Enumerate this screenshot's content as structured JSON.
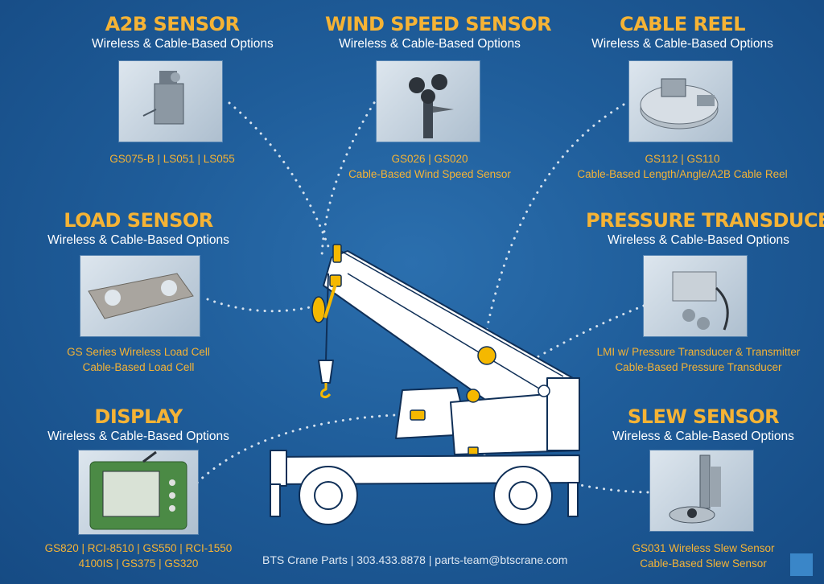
{
  "sensors": {
    "a2b": {
      "title": "A2B SENSOR",
      "subtitle": "Wireless & Cable-Based Options",
      "models": [
        "GS075-B | LS051 | LS055"
      ]
    },
    "wind": {
      "title": "WIND SPEED SENSOR",
      "subtitle": "Wireless & Cable-Based Options",
      "models": [
        "GS026 | GS020",
        "Cable-Based Wind Speed Sensor"
      ]
    },
    "reel": {
      "title": "CABLE REEL",
      "subtitle": "Wireless & Cable-Based Options",
      "models": [
        "GS112 | GS110",
        "Cable-Based Length/Angle/A2B Cable Reel"
      ]
    },
    "load": {
      "title": "LOAD SENSOR",
      "subtitle": "Wireless & Cable-Based Options",
      "models": [
        "GS Series Wireless Load Cell",
        "Cable-Based Load Cell"
      ]
    },
    "pressure": {
      "title": "PRESSURE TRANSDUCER",
      "subtitle": "Wireless & Cable-Based Options",
      "models": [
        "LMI w/ Pressure Transducer & Transmitter",
        "Cable-Based Pressure Transducer"
      ]
    },
    "display": {
      "title": "DISPLAY",
      "subtitle": "Wireless & Cable-Based Options",
      "models": [
        "GS820 | RCI-8510 | GS550 | RCI-1550",
        "4100IS | GS375 | GS320"
      ]
    },
    "slew": {
      "title": "SLEW SENSOR",
      "subtitle": "Wireless & Cable-Based Options",
      "models": [
        "GS031 Wireless Slew Sensor",
        "Cable-Based Slew Sensor"
      ]
    }
  },
  "footer": "BTS Crane Parts | 303.433.8878 | parts-team@btscrane.com",
  "colors": {
    "accent": "#f5b335",
    "background": "#1f5d9a",
    "sensor_marker": "#f5b800"
  }
}
